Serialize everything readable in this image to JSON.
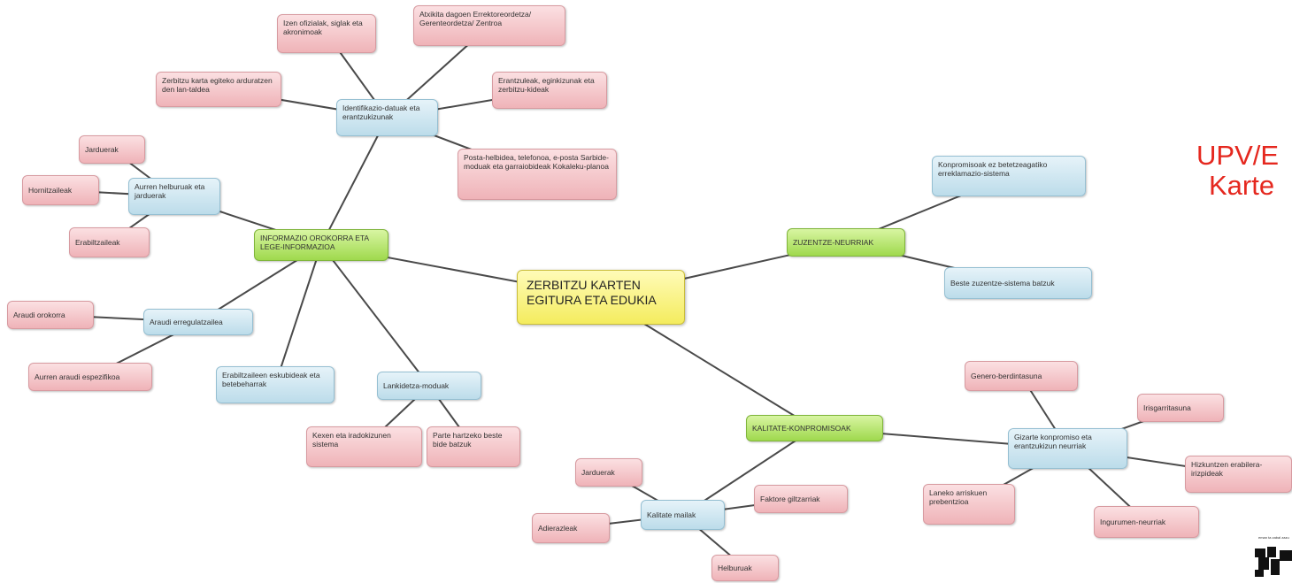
{
  "center": "ZERBITZU KARTEN EGITURA ETA EDUKIA",
  "nodes": {
    "info_orokorra": "INFORMAZIO OROKORRA ETA LEGE-INFORMAZIOA",
    "identifikazio": "Identifikazio-datuak eta erantzukizunak",
    "izen_ofizialak": "Izen ofizialak, siglak eta akronimoak",
    "atxikita": "Atxikita dagoen Errektoreordetza/ Gerenteordetza/ Zentroa",
    "zerbitzu_karta_taldea": "Zerbitzu karta egiteko arduratzen den lan-taldea",
    "erantzuleak": "Erantzuleak, eginkizunak eta zerbitzu-kideak",
    "posta": "Posta-helbidea, telefonoa, e-posta Sarbide-moduak eta garraiobideak Kokaleku-planoa",
    "aurren_helburuak": "Aurren helburuak eta jarduerak",
    "jarduerak_top": "Jarduerak",
    "hornitzaileak": "Hornitzaileak",
    "erabiltzaileak": "Erabiltzaileak",
    "araudi_erregulatzailea": "Araudi erregulatzailea",
    "araudi_orokorra": "Araudi orokorra",
    "aurren_araudi": "Aurren araudi espezifikoa",
    "eskubideak": "Erabiltzaileen eskubideak eta betebeharrak",
    "lankidetza": "Lankidetza-moduak",
    "kexa": "Kexen eta iradokizunen sistema",
    "parte_hartzeko": "Parte hartzeko beste bide batzuk",
    "zuzentze": "ZUZENTZE-NEURRIAK",
    "konpromisoak_ez": "Konpromisoak ez betetzeagatiko erreklamazio-sistema",
    "beste_zuzentze": "Beste zuzentze-sistema batzuk",
    "kalitate_konp": "KALITATE-KONPROMISOAK",
    "kalitate_mailak": "Kalitate mailak",
    "jarduerak_bottom": "Jarduerak",
    "faktore": "Faktore giltzarriak",
    "adierazleak": "Adierazleak",
    "helburuak": "Helburuak",
    "gizarte": "Gizarte konpromiso eta erantzukizun neurriak",
    "genero": "Genero-berdintasuna",
    "irisgarritasuna": "Irisgarritasuna",
    "hizkuntzen": "Hizkuntzen erabilera-irizpideak",
    "laneko": "Laneko arriskuen prebentzioa",
    "ingurumen": "Ingurumen-neurriak"
  },
  "title_lines": [
    "UPV/E",
    "Karte"
  ],
  "logo_motto": "eman ta zabal zazu",
  "colors": {
    "title": "#e5281f",
    "edge": "#4a4a4a"
  }
}
